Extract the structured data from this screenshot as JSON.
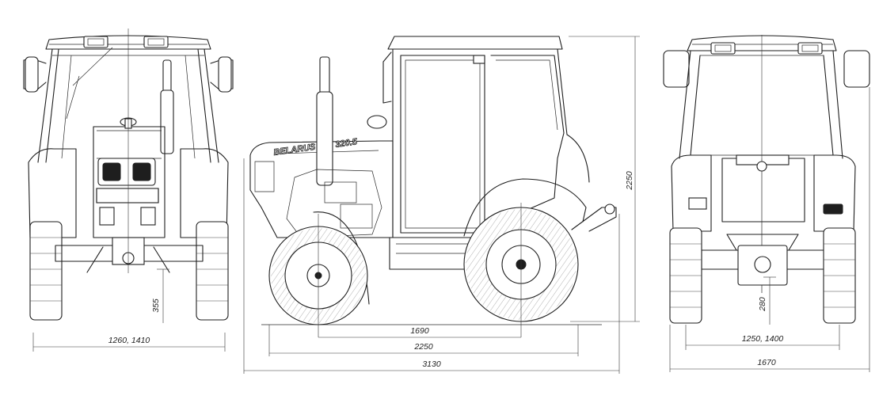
{
  "brand": {
    "name": "BELARUS",
    "model": "320.5"
  },
  "dimensions": {
    "rear_track": "1260, 1410",
    "rear_clearance": "355",
    "wheelbase": "1690",
    "overall_base": "2250",
    "overall_length": "3130",
    "overall_height": "2250",
    "front_track": "1250, 1400",
    "front_clearance": "280",
    "overall_width": "1670"
  }
}
